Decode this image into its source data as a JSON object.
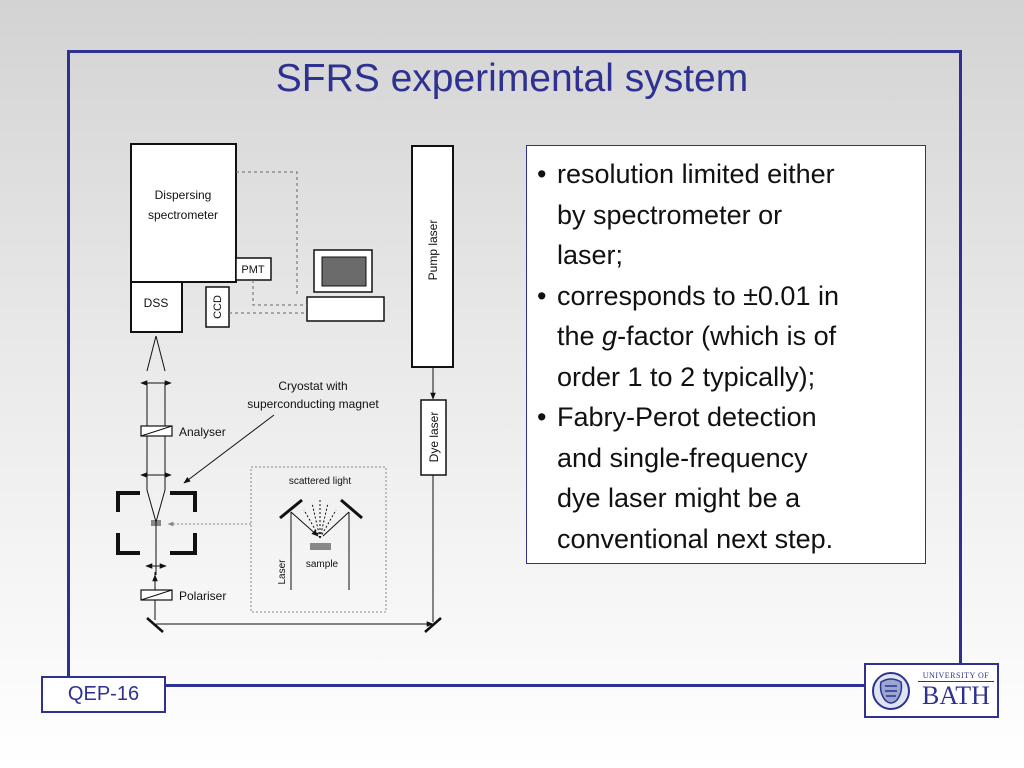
{
  "slide": {
    "title": "SFRS experimental system",
    "footer_badge": "QEP-16"
  },
  "diagram": {
    "labels": {
      "spectrometer_line1": "Dispersing",
      "spectrometer_line2": "spectrometer",
      "pmt": "PMT",
      "dss": "DSS",
      "ccd": "CCD",
      "pump_laser": "Pump laser",
      "dye_laser": "Dye laser",
      "cryostat_line1": "Cryostat with",
      "cryostat_line2": "superconducting magnet",
      "analyser": "Analyser",
      "polariser": "Polariser",
      "scattered_light": "scattered light",
      "sample": "sample",
      "laser": "Laser"
    }
  },
  "bullets": {
    "items": [
      {
        "lines": [
          "resolution limited either",
          "by spectrometer or",
          "laser;"
        ]
      },
      {
        "lines": [
          "corresponds to ±0.01 in",
          "the g-factor (which is of",
          "order 1 to 2 typically);"
        ]
      },
      {
        "lines": [
          "Fabry-Perot detection",
          "and single-frequency",
          "dye laser might be a",
          "conventional next step."
        ]
      }
    ]
  },
  "logo": {
    "line1": "UNIVERSITY OF",
    "line2": "BATH",
    "crest_icon": "university-crest-icon"
  },
  "colors": {
    "accent": "#2e3192"
  }
}
